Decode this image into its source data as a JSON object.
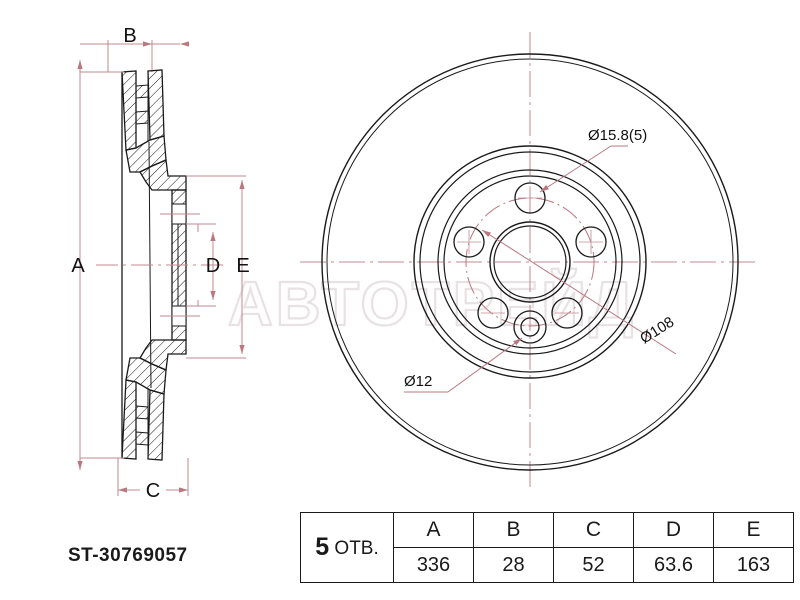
{
  "drawing": {
    "part_number": "ST-30769057",
    "views": {
      "section_view": {
        "name": "cross-section-view",
        "dimension_letters": [
          "B",
          "A",
          "D",
          "E",
          "C"
        ]
      },
      "face_view": {
        "name": "face-view",
        "annotations": [
          {
            "id": "lug-hole-dia",
            "text": "Ø15.8(5)"
          },
          {
            "id": "bolt-circle-dia",
            "text": "Ø108"
          },
          {
            "id": "small-hole-dia",
            "text": "Ø12"
          }
        ]
      }
    },
    "watermark": "АВТОТРЕЙД"
  },
  "table": {
    "holes_count": "5",
    "holes_label": "ОТВ.",
    "headers": [
      "A",
      "B",
      "C",
      "D",
      "E"
    ],
    "values": [
      "336",
      "28",
      "52",
      "63.6",
      "163"
    ]
  },
  "colors": {
    "outline": "#1a1a1a",
    "dimension": "#c08a90",
    "watermark": "#e8e2e4",
    "paper": "#ffffff"
  }
}
